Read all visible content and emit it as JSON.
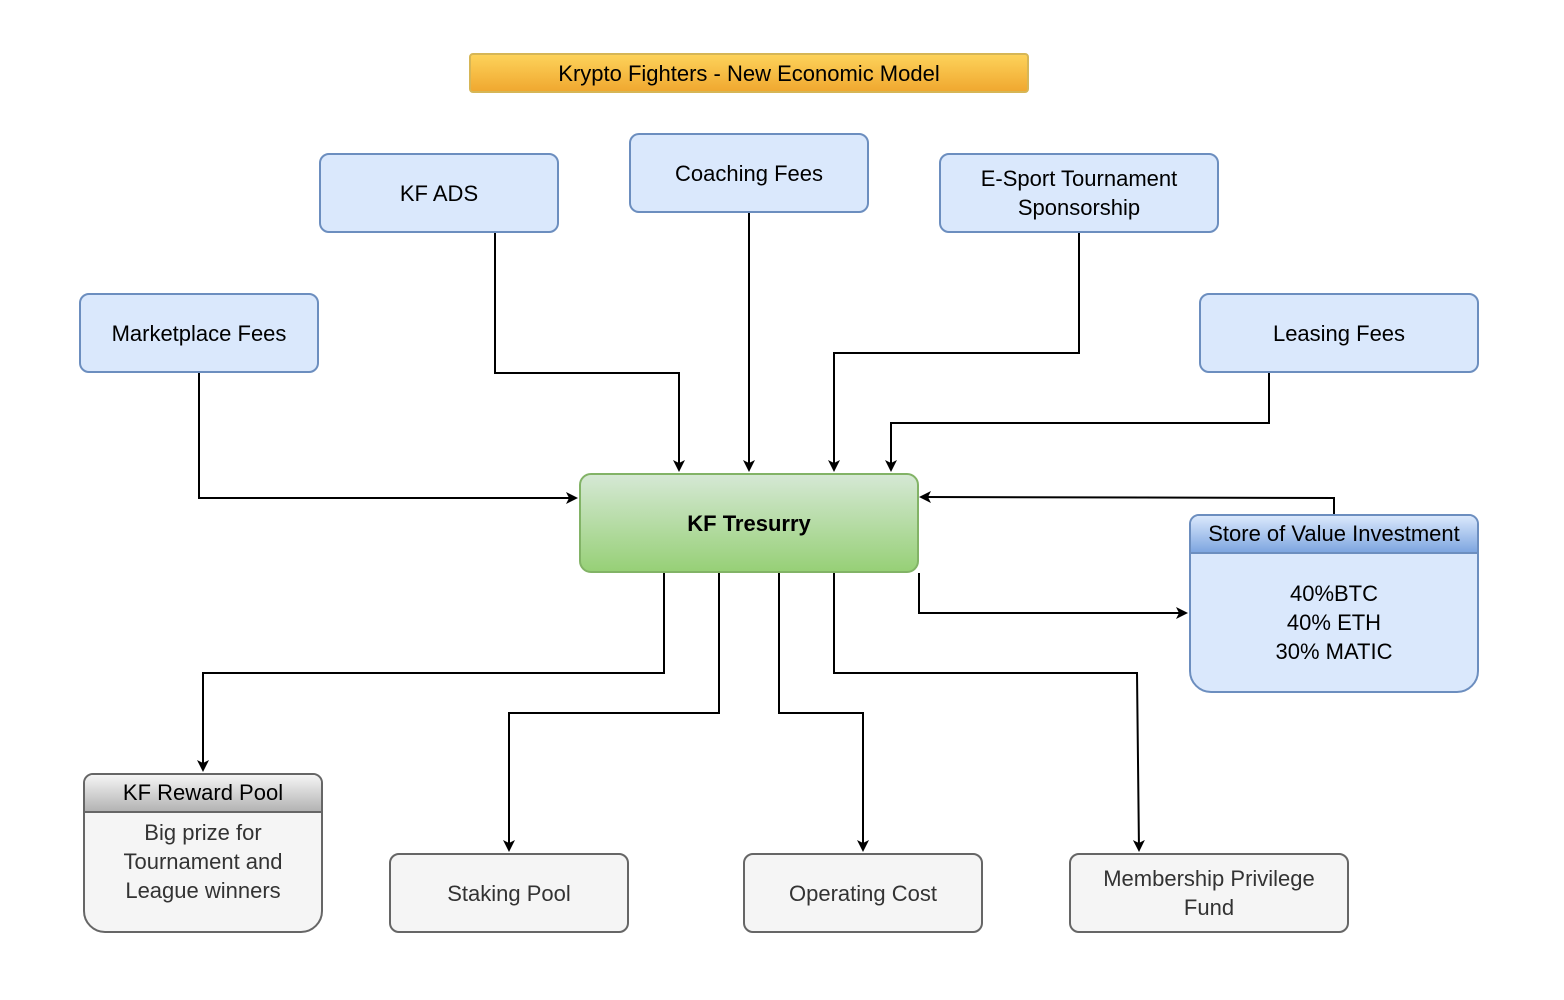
{
  "title": "Krypto Fighters - New Economic Model",
  "center": {
    "label": "KF Tresurry"
  },
  "sources": {
    "kf_ads": "KF ADS",
    "coaching_fees": "Coaching Fees",
    "esport": "E-Sport Tournament\nSponsorship",
    "marketplace_fees": "Marketplace Fees",
    "leasing_fees": "Leasing Fees"
  },
  "store_of_value": {
    "header": "Store of Value Investment",
    "allocations": [
      "40%BTC",
      "40% ETH",
      "30% MATIC"
    ]
  },
  "reward_pool": {
    "header": "KF Reward Pool",
    "lines": [
      "Big prize for",
      "Tournament and",
      "League winners"
    ]
  },
  "outputs": {
    "staking_pool": "Staking Pool",
    "operating_cost": "Operating Cost",
    "membership": "Membership Privilege\nFund"
  },
  "colors": {
    "source_fill": "#dae8fc",
    "source_stroke": "#6c8ebf",
    "treasury_fill": "#97d077",
    "treasury_stroke": "#82b366",
    "output_fill": "#f5f5f5",
    "output_stroke": "#666666",
    "title_fill": "#f5b335",
    "title_stroke": "#d6b656"
  }
}
